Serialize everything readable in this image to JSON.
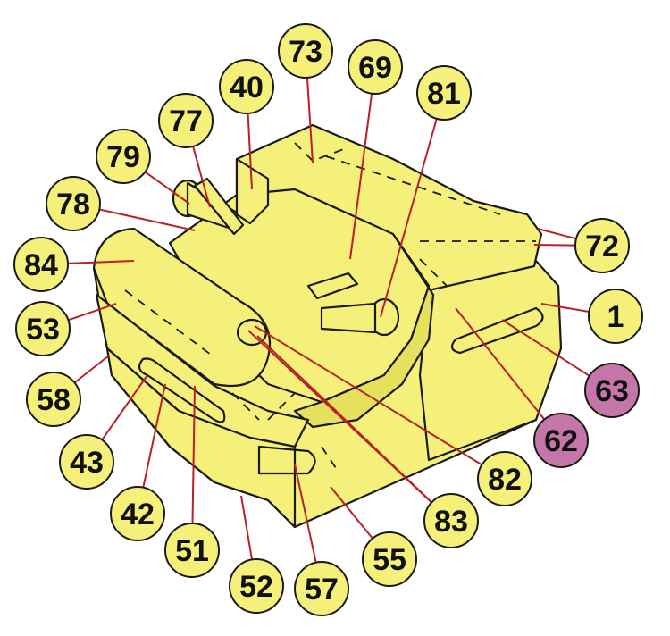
{
  "colors": {
    "part_fill": "#f4f07a",
    "part_fill_dark": "#e6e15c",
    "outline": "#1a1a1a",
    "leader": "#b8202a",
    "callout_fill": "#f4f07a",
    "callout_highlight": "#c476a8",
    "callout_stroke": "#1a1a1a"
  },
  "callouts": [
    {
      "id": "c73",
      "label": "73",
      "highlighted": false
    },
    {
      "id": "c40",
      "label": "40",
      "highlighted": false
    },
    {
      "id": "c69",
      "label": "69",
      "highlighted": false
    },
    {
      "id": "c77",
      "label": "77",
      "highlighted": false
    },
    {
      "id": "c81",
      "label": "81",
      "highlighted": false
    },
    {
      "id": "c79",
      "label": "79",
      "highlighted": false
    },
    {
      "id": "c78",
      "label": "78",
      "highlighted": false
    },
    {
      "id": "c84",
      "label": "84",
      "highlighted": false
    },
    {
      "id": "c72",
      "label": "72",
      "highlighted": false
    },
    {
      "id": "c53",
      "label": "53",
      "highlighted": false
    },
    {
      "id": "c1",
      "label": "1",
      "highlighted": false
    },
    {
      "id": "c58",
      "label": "58",
      "highlighted": false
    },
    {
      "id": "c63",
      "label": "63",
      "highlighted": true
    },
    {
      "id": "c43",
      "label": "43",
      "highlighted": false
    },
    {
      "id": "c62",
      "label": "62",
      "highlighted": true
    },
    {
      "id": "c82",
      "label": "82",
      "highlighted": false
    },
    {
      "id": "c42",
      "label": "42",
      "highlighted": false
    },
    {
      "id": "c83",
      "label": "83",
      "highlighted": false
    },
    {
      "id": "c51",
      "label": "51",
      "highlighted": false
    },
    {
      "id": "c55",
      "label": "55",
      "highlighted": false
    },
    {
      "id": "c52",
      "label": "52",
      "highlighted": false
    },
    {
      "id": "c57",
      "label": "57",
      "highlighted": false
    }
  ]
}
